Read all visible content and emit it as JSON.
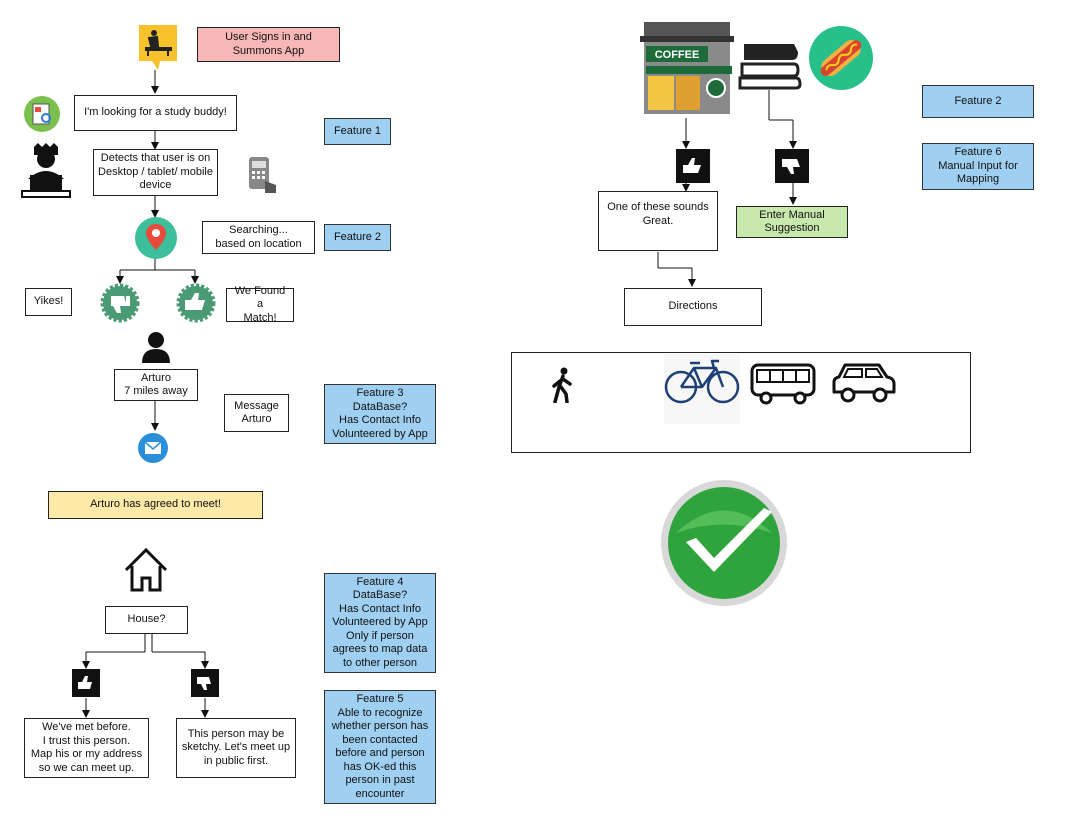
{
  "left": {
    "signin": "User Signs in and\nSummons App",
    "study_buddy": "I'm looking for a study buddy!",
    "detects": "Detects that user is on\nDesktop / tablet/ mobile\ndevice",
    "searching": "Searching...\nbased on location",
    "yikes": "Yikes!",
    "found": "We Found a\nMatch!",
    "arturo": "Arturo\n7 miles away",
    "message": "Message\nArturo",
    "agreed": "Arturo has agreed to meet!",
    "house": "House?",
    "met_before": "We've met before.\nI trust this person.\nMap his or my address\nso we can meet up.",
    "sketchy": "This person may be\nsketchy. Let's meet up\nin public first."
  },
  "features": {
    "f1": "Feature 1",
    "f2_left": "Feature 2",
    "f3": "Feature 3\nDataBase?\nHas Contact Info\nVolunteered by App",
    "f4": "Feature 4\nDataBase?\nHas Contact Info\nVolunteered by App\nOnly if person\nagrees to map data\nto other person",
    "f5": "Feature 5\nAble to recognize\nwhether person has\nbeen contacted\nbefore and person\nhas OK-ed this\nperson in past\nencounter",
    "f2_right": "Feature 2",
    "f6": "Feature 6\nManual Input for\nMapping"
  },
  "right": {
    "sounds_great": "One of these sounds\nGreat.",
    "manual": "Enter Manual\nSuggestion",
    "directions": "Directions",
    "coffee_sign": "COFFEE"
  },
  "colors": {
    "feature_blue": "#9fd0f2",
    "start_pink": "#f8b7b7",
    "agreed_yellow": "#fde9a8",
    "manual_green": "#c8e8ad",
    "check_green": "#2fa43c"
  },
  "icons": [
    "desk-person-icon",
    "browser-icon",
    "laptop-user-icon",
    "tablet-icon",
    "location-pin-icon",
    "thumbs-down-badge-icon",
    "thumbs-up-badge-icon",
    "person-icon",
    "email-icon",
    "house-icon",
    "thumbs-up-icon",
    "thumbs-down-icon",
    "coffee-shop-icon",
    "books-icon",
    "hotdog-icon",
    "walk-icon",
    "bicycle-icon",
    "bus-icon",
    "car-icon",
    "checkmark-icon"
  ]
}
